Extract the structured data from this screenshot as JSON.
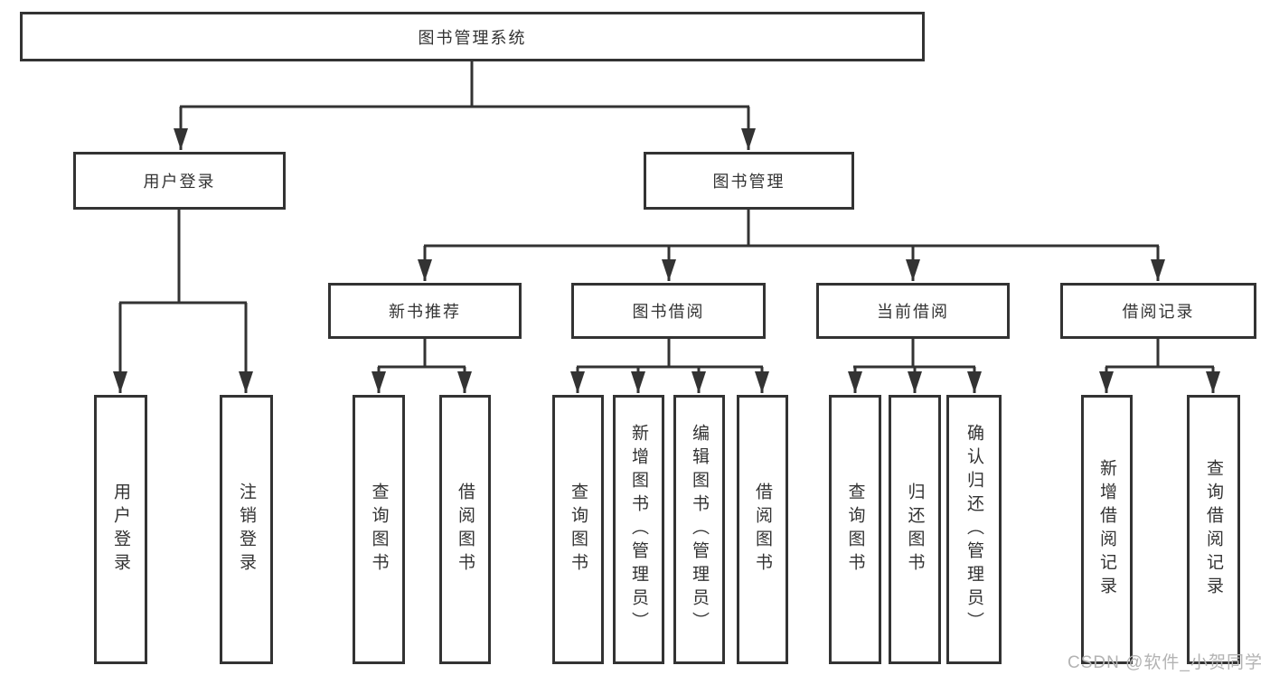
{
  "diagram": {
    "watermark": "CSDN @软件_小贺同学",
    "colors": {
      "line": "#333333",
      "text": "#333333",
      "watermark": "#b3b3b3",
      "background": "#ffffff"
    },
    "nodes": [
      {
        "id": "system",
        "label": "图书管理系统",
        "level": 1,
        "parent": null,
        "orientation": "horizontal"
      },
      {
        "id": "user-login-branch",
        "label": "用户登录",
        "level": 2,
        "parent": "system",
        "orientation": "horizontal"
      },
      {
        "id": "book-management",
        "label": "图书管理",
        "level": 2,
        "parent": "system",
        "orientation": "horizontal"
      },
      {
        "id": "new-book-recommend",
        "label": "新书推荐",
        "level": 3,
        "parent": "book-management",
        "orientation": "horizontal"
      },
      {
        "id": "book-borrowing",
        "label": "图书借阅",
        "level": 3,
        "parent": "book-management",
        "orientation": "horizontal"
      },
      {
        "id": "current-borrowing",
        "label": "当前借阅",
        "level": 3,
        "parent": "book-management",
        "orientation": "horizontal"
      },
      {
        "id": "borrowing-records",
        "label": "借阅记录",
        "level": 3,
        "parent": "book-management",
        "orientation": "horizontal"
      },
      {
        "id": "user-login",
        "label": "用户登录",
        "level": 4,
        "parent": "user-login-branch",
        "orientation": "vertical"
      },
      {
        "id": "logout-login",
        "label": "注销登录",
        "level": 4,
        "parent": "user-login-branch",
        "orientation": "vertical"
      },
      {
        "id": "recommend-query-books",
        "label": "查询图书",
        "level": 4,
        "parent": "new-book-recommend",
        "orientation": "vertical"
      },
      {
        "id": "recommend-borrow-books",
        "label": "借阅图书",
        "level": 4,
        "parent": "new-book-recommend",
        "orientation": "vertical"
      },
      {
        "id": "borrowing-query-books",
        "label": "查询图书",
        "level": 4,
        "parent": "book-borrowing",
        "orientation": "vertical"
      },
      {
        "id": "borrowing-add-books",
        "label": "新增图书（管理员）",
        "level": 4,
        "parent": "book-borrowing",
        "orientation": "vertical"
      },
      {
        "id": "borrowing-edit-books",
        "label": "编辑图书（管理员）",
        "level": 4,
        "parent": "book-borrowing",
        "orientation": "vertical"
      },
      {
        "id": "borrowing-borrow-books",
        "label": "借阅图书",
        "level": 4,
        "parent": "book-borrowing",
        "orientation": "vertical"
      },
      {
        "id": "current-query-books",
        "label": "查询图书",
        "level": 4,
        "parent": "current-borrowing",
        "orientation": "vertical"
      },
      {
        "id": "current-return-books",
        "label": "归还图书",
        "level": 4,
        "parent": "current-borrowing",
        "orientation": "vertical"
      },
      {
        "id": "current-confirm-return",
        "label": "确认归还（管理员）",
        "level": 4,
        "parent": "current-borrowing",
        "orientation": "vertical"
      },
      {
        "id": "records-add-record",
        "label": "新增借阅记录",
        "level": 4,
        "parent": "borrowing-records",
        "orientation": "vertical"
      },
      {
        "id": "records-query-record",
        "label": "查询借阅记录",
        "level": 4,
        "parent": "borrowing-records",
        "orientation": "vertical"
      }
    ]
  }
}
